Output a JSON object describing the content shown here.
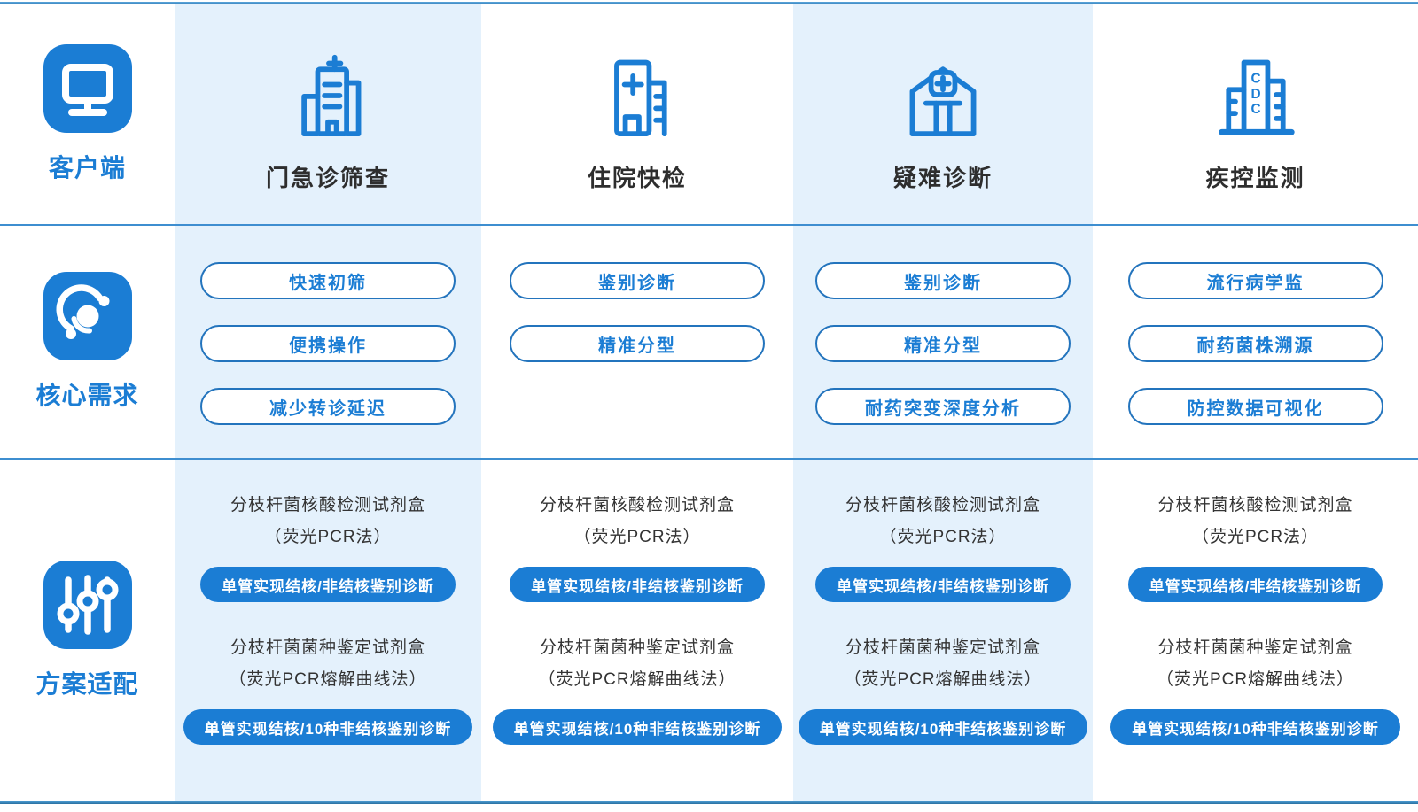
{
  "colors": {
    "primary_blue": "#1b7dd4",
    "tint_column_bg": "#e4f1fc",
    "pill_border_blue": "#2374bd",
    "divider_blue": "#3e8ed0",
    "header_text": "#2e2e2e",
    "body_text": "#333333",
    "badge_text": "#ffffff"
  },
  "row_headers": [
    {
      "label": "客户端",
      "icon": "monitor-icon"
    },
    {
      "label": "核心需求",
      "icon": "orbit-icon"
    },
    {
      "label": "方案适配",
      "icon": "sliders-icon"
    }
  ],
  "columns": [
    {
      "header": "门急诊筛查",
      "icon": "clinic-building-icon",
      "needs": [
        "快速初筛",
        "便携操作",
        "减少转诊延迟"
      ],
      "solutions": [
        {
          "name": "分枝杆菌核酸检测试剂盒",
          "method": "（荧光PCR法）",
          "badge": "单管实现结核/非结核鉴别诊断"
        },
        {
          "name": "分枝杆菌菌种鉴定试剂盒",
          "method": "（荧光PCR熔解曲线法）",
          "badge": "单管实现结核/10种非结核鉴别诊断"
        }
      ]
    },
    {
      "header": "住院快检",
      "icon": "inpatient-building-icon",
      "needs": [
        "鉴别诊断",
        "精准分型"
      ],
      "solutions": [
        {
          "name": "分枝杆菌核酸检测试剂盒",
          "method": "（荧光PCR法）",
          "badge": "单管实现结核/非结核鉴别诊断"
        },
        {
          "name": "分枝杆菌菌种鉴定试剂盒",
          "method": "（荧光PCR熔解曲线法）",
          "badge": "单管实现结核/10种非结核鉴别诊断"
        }
      ]
    },
    {
      "header": "疑难诊断",
      "icon": "hospital-cross-icon",
      "needs": [
        "鉴别诊断",
        "精准分型",
        "耐药突变深度分析"
      ],
      "solutions": [
        {
          "name": "分枝杆菌核酸检测试剂盒",
          "method": "（荧光PCR法）",
          "badge": "单管实现结核/非结核鉴别诊断"
        },
        {
          "name": "分枝杆菌菌种鉴定试剂盒",
          "method": "（荧光PCR熔解曲线法）",
          "badge": "单管实现结核/10种非结核鉴别诊断"
        }
      ]
    },
    {
      "header": "疾控监测",
      "icon": "cdc-building-icon",
      "needs": [
        "流行病学监",
        "耐药菌株溯源",
        "防控数据可视化"
      ],
      "solutions": [
        {
          "name": "分枝杆菌核酸检测试剂盒",
          "method": "（荧光PCR法）",
          "badge": "单管实现结核/非结核鉴别诊断"
        },
        {
          "name": "分枝杆菌菌种鉴定试剂盒",
          "method": "（荧光PCR熔解曲线法）",
          "badge": "单管实现结核/10种非结核鉴别诊断"
        }
      ]
    }
  ]
}
